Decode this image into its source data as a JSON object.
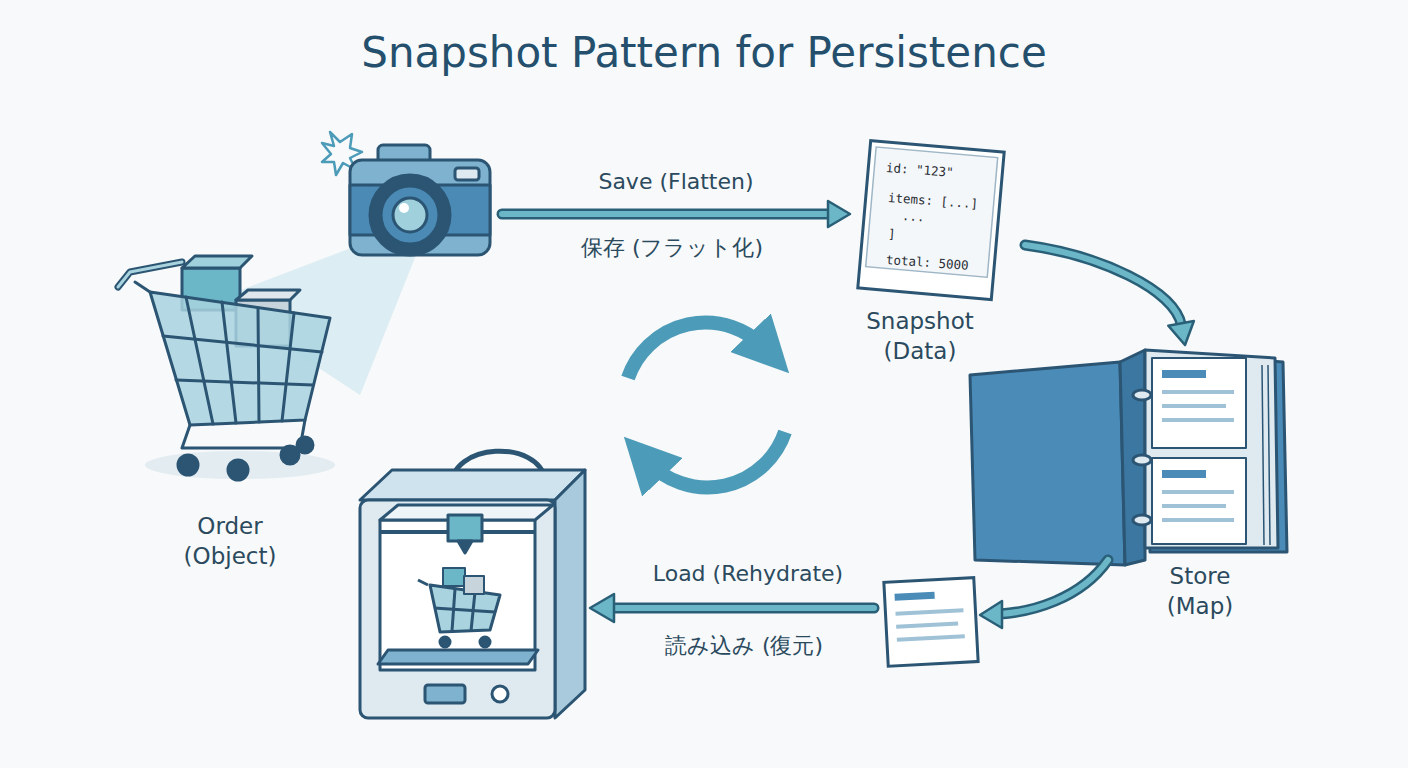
{
  "diagram": {
    "title": "Snapshot Pattern for Persistence",
    "nodes": [
      {
        "text": [
          "Order (Object)"
        ]
      },
      {
        "text": [
          "id: \"123\"",
          "items: [...]",
          "...",
          "]",
          "total: 5000",
          "Snapshot (Data)"
        ]
      },
      {
        "text": [
          "Store (Map)"
        ]
      }
    ],
    "edges": [
      {
        "from": 0,
        "to": 1,
        "arrow": "to",
        "label": "Save (Flatten)"
      },
      {
        "from": 1,
        "to": 2,
        "arrow": "to"
      }
    ],
    "labels": [
      "保存 (フラット化)",
      "Load (Rehydrate)",
      "読み込み (復元)"
    ]
  }
}
